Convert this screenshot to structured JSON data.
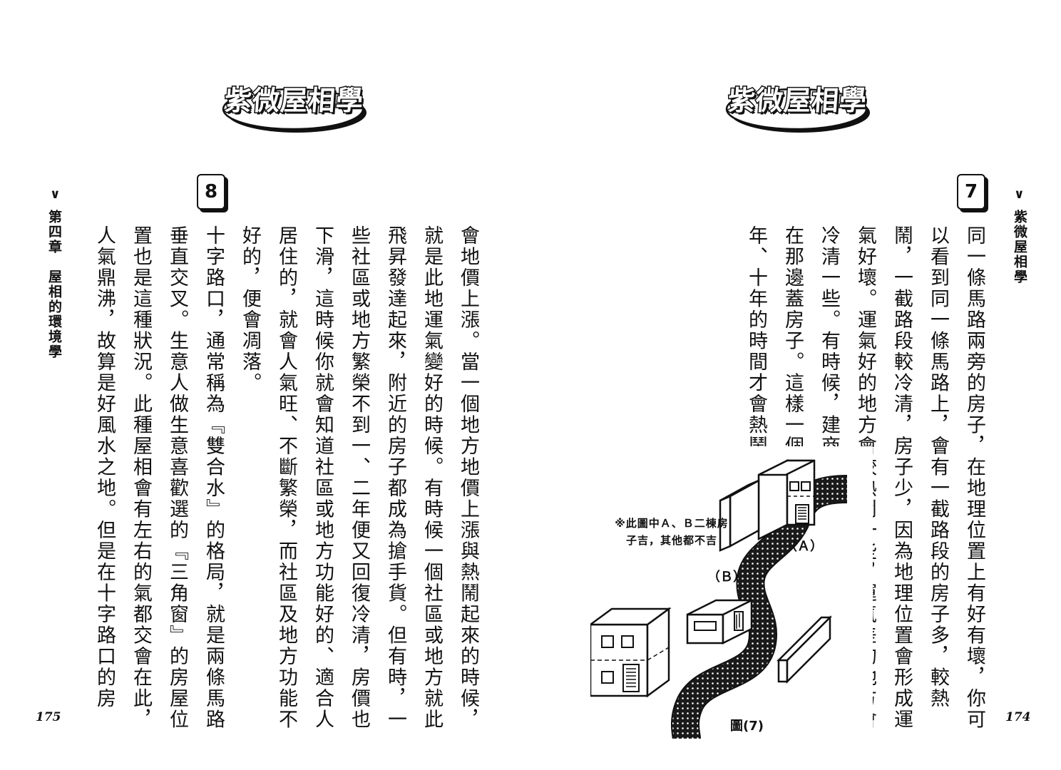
{
  "header": {
    "logo_text": "紫微屋相學"
  },
  "left_page": {
    "chapter_title": "第四章　屋相的環境學",
    "page_number": "175",
    "section_number": "8",
    "text": "會地價上漲。當一個地方地價上漲與熱鬧起來的時候，就是此地運氣變好的時候。有時候一個社區或地方就此飛昇發達起來，附近的房子都成為搶手貨。但有時，一些社區或地方繁榮不到一、二年便又回復冷清，房價也下滑，這時候你就會知道社區或地方功能好的、適合人居住的，就會人氣旺、不斷繁榮，而社區及地方功能不好的，便會凋落。\n十字路口，通常稱為『雙合水』的格局，就是兩條馬路垂直交叉。生意人做生意喜歡選的『三角窗』的房屋位置也是這種狀況。此種屋相會有左右的氣都交會在此，人氣鼎沸，故算是好風水之地。但是在十字路口的房"
  },
  "right_page": {
    "book_title": "紫微屋相學",
    "page_number": "174",
    "section_number": "7",
    "text": "同一條馬路兩旁的房子，在地理位置上有好有壞，你可以看到同一條馬路上，會有一截路段的房子多，較熱鬧，一截路段較冷清，房子少，因為地理位置會形成運氣好壞。運氣好的地方會較熱鬧一些，運氣差的地方會冷清一些。有時候，建商也會去炒熱某些冷清的路段，在那邊蓋房子。這樣一個新社區或建築，一定要經過五年、十年的時間才會熱鬧起來，也才",
    "figure": {
      "note_line1": "※此圖中Ａ、Ｂ二棟房",
      "note_line2": "子吉，其他都不吉",
      "label_a": "（Ａ）",
      "label_b": "（Ｂ）",
      "caption": "圖(7)"
    }
  }
}
